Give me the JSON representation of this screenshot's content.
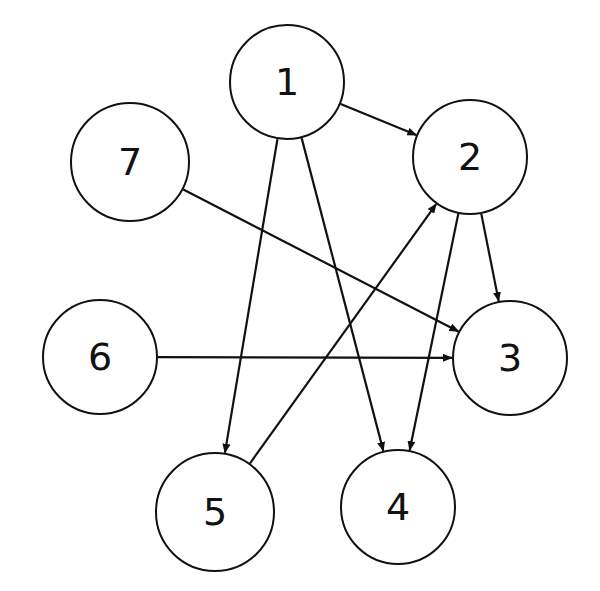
{
  "diagram": {
    "nodes": [
      {
        "text": [
          "1"
        ]
      },
      {
        "text": [
          "2"
        ]
      },
      {
        "text": [
          "3"
        ]
      },
      {
        "text": [
          "4"
        ]
      },
      {
        "text": [
          "5"
        ]
      },
      {
        "text": [
          "6"
        ]
      },
      {
        "text": [
          "7"
        ]
      }
    ],
    "edges": [
      {
        "from": 0,
        "to": 1,
        "arrow": "to"
      },
      {
        "from": 0,
        "to": 3,
        "arrow": "to"
      },
      {
        "from": 0,
        "to": 4,
        "arrow": "to"
      },
      {
        "from": 4,
        "to": 1,
        "arrow": "to"
      },
      {
        "from": 1,
        "to": 2,
        "arrow": "to"
      },
      {
        "from": 1,
        "to": 3,
        "arrow": "to"
      },
      {
        "from": 6,
        "to": 2,
        "arrow": "to"
      },
      {
        "from": 5,
        "to": 2,
        "arrow": "to"
      }
    ]
  }
}
